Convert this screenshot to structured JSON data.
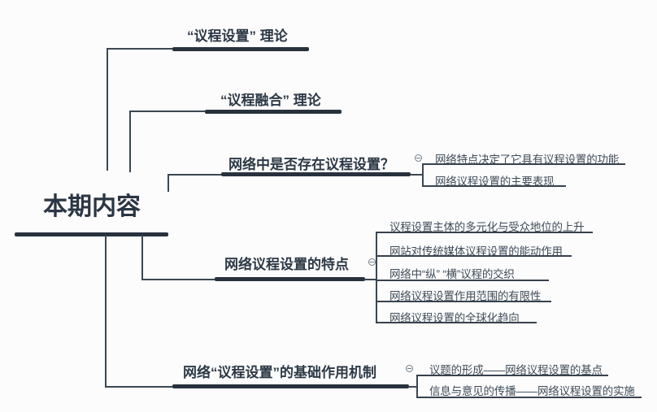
{
  "colors": {
    "background": "#fcfcfc",
    "thick_line": "#28323e",
    "thin_line": "#3c4752",
    "branch_text": "#2c3946",
    "child_text": "#3e4b59",
    "collapse_icon": "#707b86"
  },
  "root": {
    "label": "本期内容"
  },
  "branches": [
    {
      "label": "“议程设置” 理论",
      "children": []
    },
    {
      "label": "“议程融合” 理论",
      "children": []
    },
    {
      "label": "网络中是否存在议程设置？",
      "collapse_icon": "circle-minus-icon",
      "children": [
        "网络特点决定了它具有议程设置的功能",
        "网络议程设置的主要表现"
      ]
    },
    {
      "label": "网络议程设置的特点",
      "collapse_icon": "circle-minus-icon",
      "children": [
        "议程设置主体的多元化与受众地位的上升",
        "网站对传统媒体议程设置的能动作用",
        "网络中“纵” “横”议程的交织",
        "网络议程设置作用范围的有限性",
        "网络议程设置的全球化趋向"
      ]
    },
    {
      "label": "网络“议程设置”的基础作用机制",
      "collapse_icon": "circle-minus-icon",
      "children": [
        "议题的形成——网络议程设置的基点",
        "信息与意见的传播——网络议程设置的实施"
      ]
    }
  ]
}
